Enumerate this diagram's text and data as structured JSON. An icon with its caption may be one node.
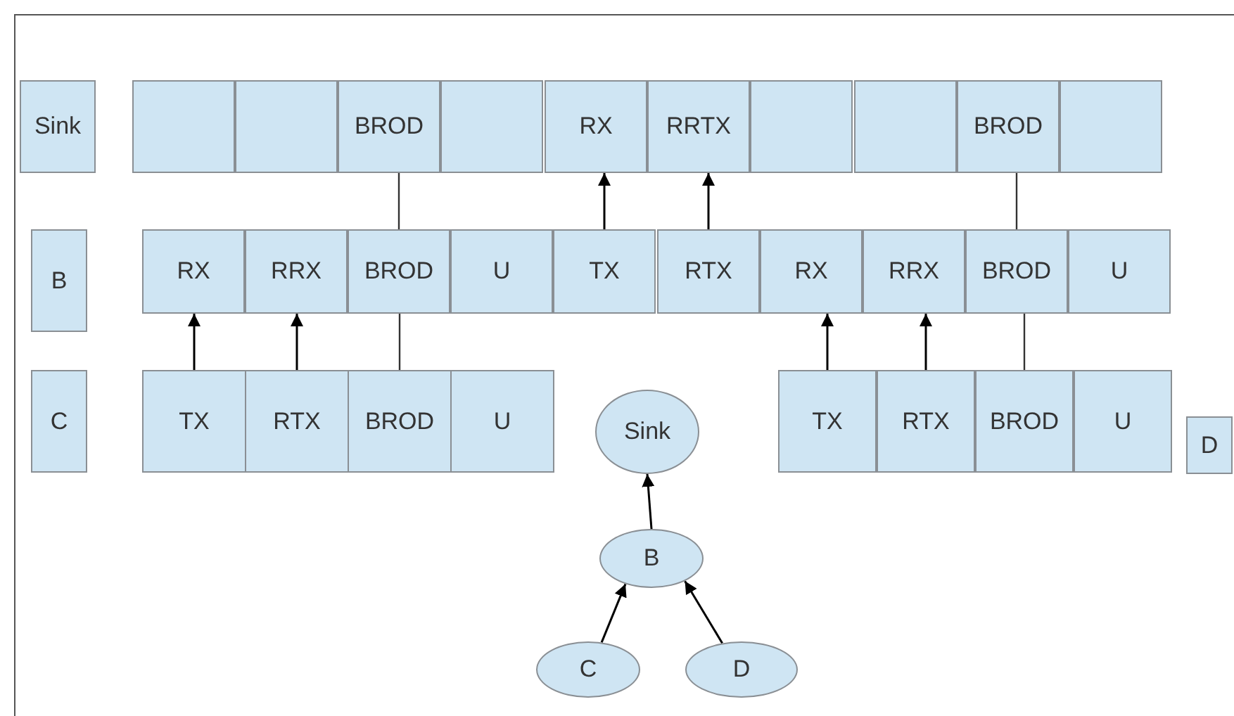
{
  "diagram": {
    "nodes": [
      {
        "text": [
          "Sink"
        ]
      },
      {
        "text": [],
        "shape": "box"
      },
      {
        "text": [],
        "shape": "box"
      },
      {
        "text": [
          "BROD"
        ]
      },
      {
        "text": [],
        "shape": "box"
      },
      {
        "text": [
          "RX"
        ]
      },
      {
        "text": [
          "RRTX"
        ]
      },
      {
        "text": [],
        "shape": "box"
      },
      {
        "text": [],
        "shape": "box"
      },
      {
        "text": [
          "BROD"
        ]
      },
      {
        "text": [],
        "shape": "box"
      },
      {
        "text": [
          "B"
        ]
      },
      {
        "text": [
          "RX"
        ]
      },
      {
        "text": [
          "RRX"
        ]
      },
      {
        "text": [
          "BROD"
        ]
      },
      {
        "text": [
          "U"
        ]
      },
      {
        "text": [
          "TX"
        ]
      },
      {
        "text": [
          "RTX"
        ]
      },
      {
        "text": [
          "RX"
        ]
      },
      {
        "text": [
          "RRX"
        ]
      },
      {
        "text": [
          "BROD"
        ]
      },
      {
        "text": [
          "U"
        ]
      },
      {
        "text": [
          "C"
        ]
      },
      {
        "text": [
          "TX"
        ]
      },
      {
        "text": [
          "RTX"
        ]
      },
      {
        "text": [
          "BROD"
        ]
      },
      {
        "text": [
          "U"
        ]
      },
      {
        "text": [
          "TX"
        ]
      },
      {
        "text": [
          "RTX"
        ]
      },
      {
        "text": [
          "BROD"
        ]
      },
      {
        "text": [
          "U"
        ]
      },
      {
        "text": [
          "D"
        ]
      },
      {
        "text": [
          "Sink"
        ]
      },
      {
        "text": [
          "B"
        ]
      },
      {
        "text": [
          "C"
        ]
      },
      {
        "text": [
          "D"
        ]
      }
    ],
    "edges": [
      {
        "from": 23,
        "to": 12,
        "arrow": "to"
      },
      {
        "from": 24,
        "to": 13,
        "arrow": "to"
      },
      {
        "from": 25,
        "to": 14,
        "arrow": "none"
      },
      {
        "from": 14,
        "to": 3,
        "arrow": "none"
      },
      {
        "from": 16,
        "to": 5,
        "arrow": "to"
      },
      {
        "from": 17,
        "to": 6,
        "arrow": "to"
      },
      {
        "from": 27,
        "to": 18,
        "arrow": "to"
      },
      {
        "from": 28,
        "to": 19,
        "arrow": "to"
      },
      {
        "from": 29,
        "to": 20,
        "arrow": "none"
      },
      {
        "from": 20,
        "to": 9,
        "arrow": "none"
      },
      {
        "from": 33,
        "to": 32,
        "arrow": "to"
      },
      {
        "from": 34,
        "to": 33,
        "arrow": "to"
      },
      {
        "from": 35,
        "to": 33,
        "arrow": "to"
      }
    ]
  }
}
